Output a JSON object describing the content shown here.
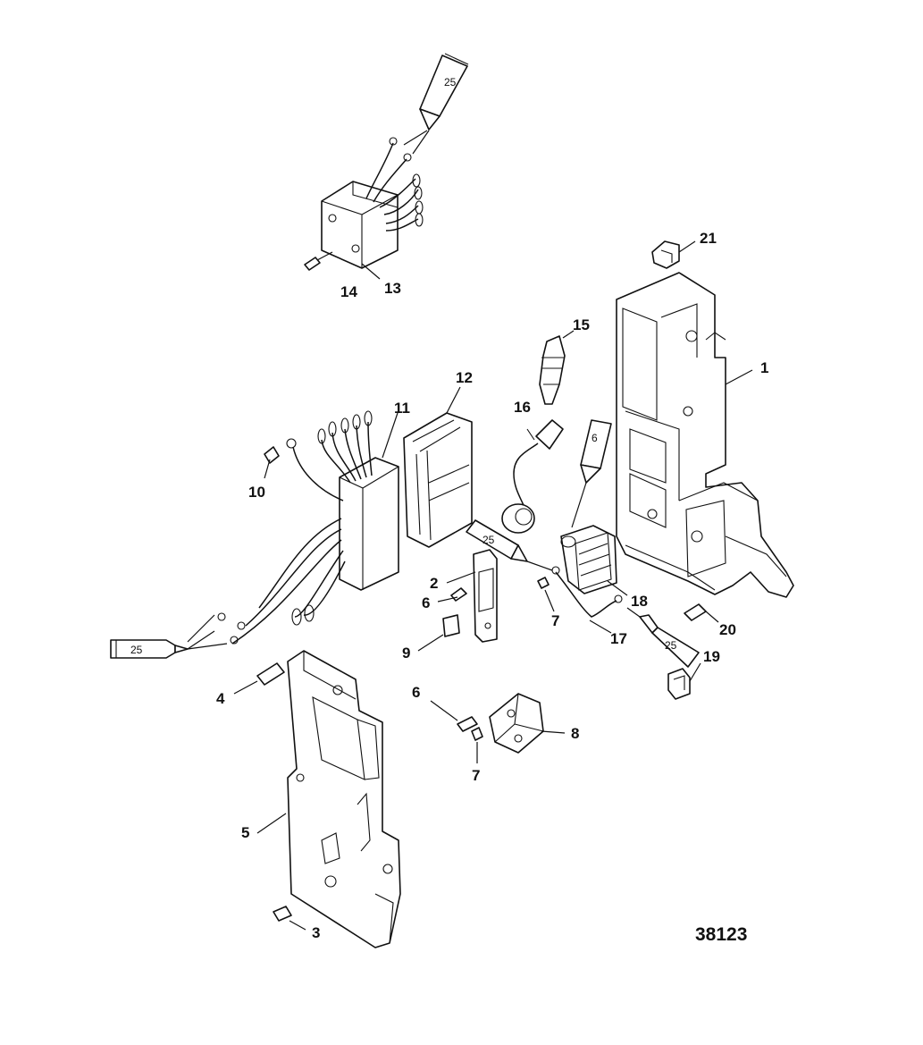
{
  "diagram": {
    "figure_number": "38123",
    "callouts": [
      "1",
      "2",
      "3",
      "4",
      "5",
      "6",
      "6",
      "7",
      "7",
      "8",
      "9",
      "10",
      "11",
      "12",
      "13",
      "14",
      "15",
      "16",
      "17",
      "18",
      "19",
      "20",
      "21"
    ],
    "tube_labels": [
      "25",
      "25",
      "25",
      "25",
      "6"
    ],
    "tube_label_6": "6"
  }
}
